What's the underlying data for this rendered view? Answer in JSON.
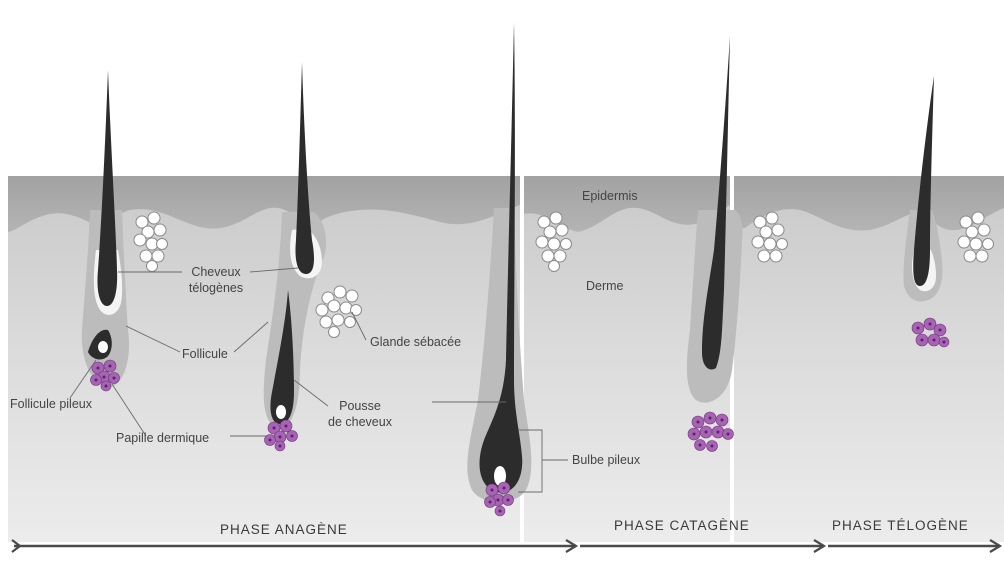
{
  "labels": {
    "epidermis": "Epidermis",
    "derme": "Derme",
    "cheveux_telogenes_1": "Cheveux",
    "cheveux_telogenes_2": "télogènes",
    "follicule": "Follicule",
    "glande_sebacee": "Glande sébacée",
    "follicule_pileux": "Follicule pileux",
    "papille_dermique": "Papille dermique",
    "pousse_1": "Pousse",
    "pousse_2": "de cheveux",
    "bulbe_pileux": "Bulbe pileux"
  },
  "phases": [
    {
      "label": "PHASE ANAGÈNE"
    },
    {
      "label": "PHASE CATAGÈNE"
    },
    {
      "label": "PHASE TÉLOGÈNE"
    }
  ],
  "colors": {
    "epidermis": "#a9a9a9",
    "dermis": "#dedede",
    "hair": "#2c2c2c",
    "sheath": "#b8b8b8",
    "papilla": "#a864b4",
    "arrow": "#4a4a4a"
  }
}
